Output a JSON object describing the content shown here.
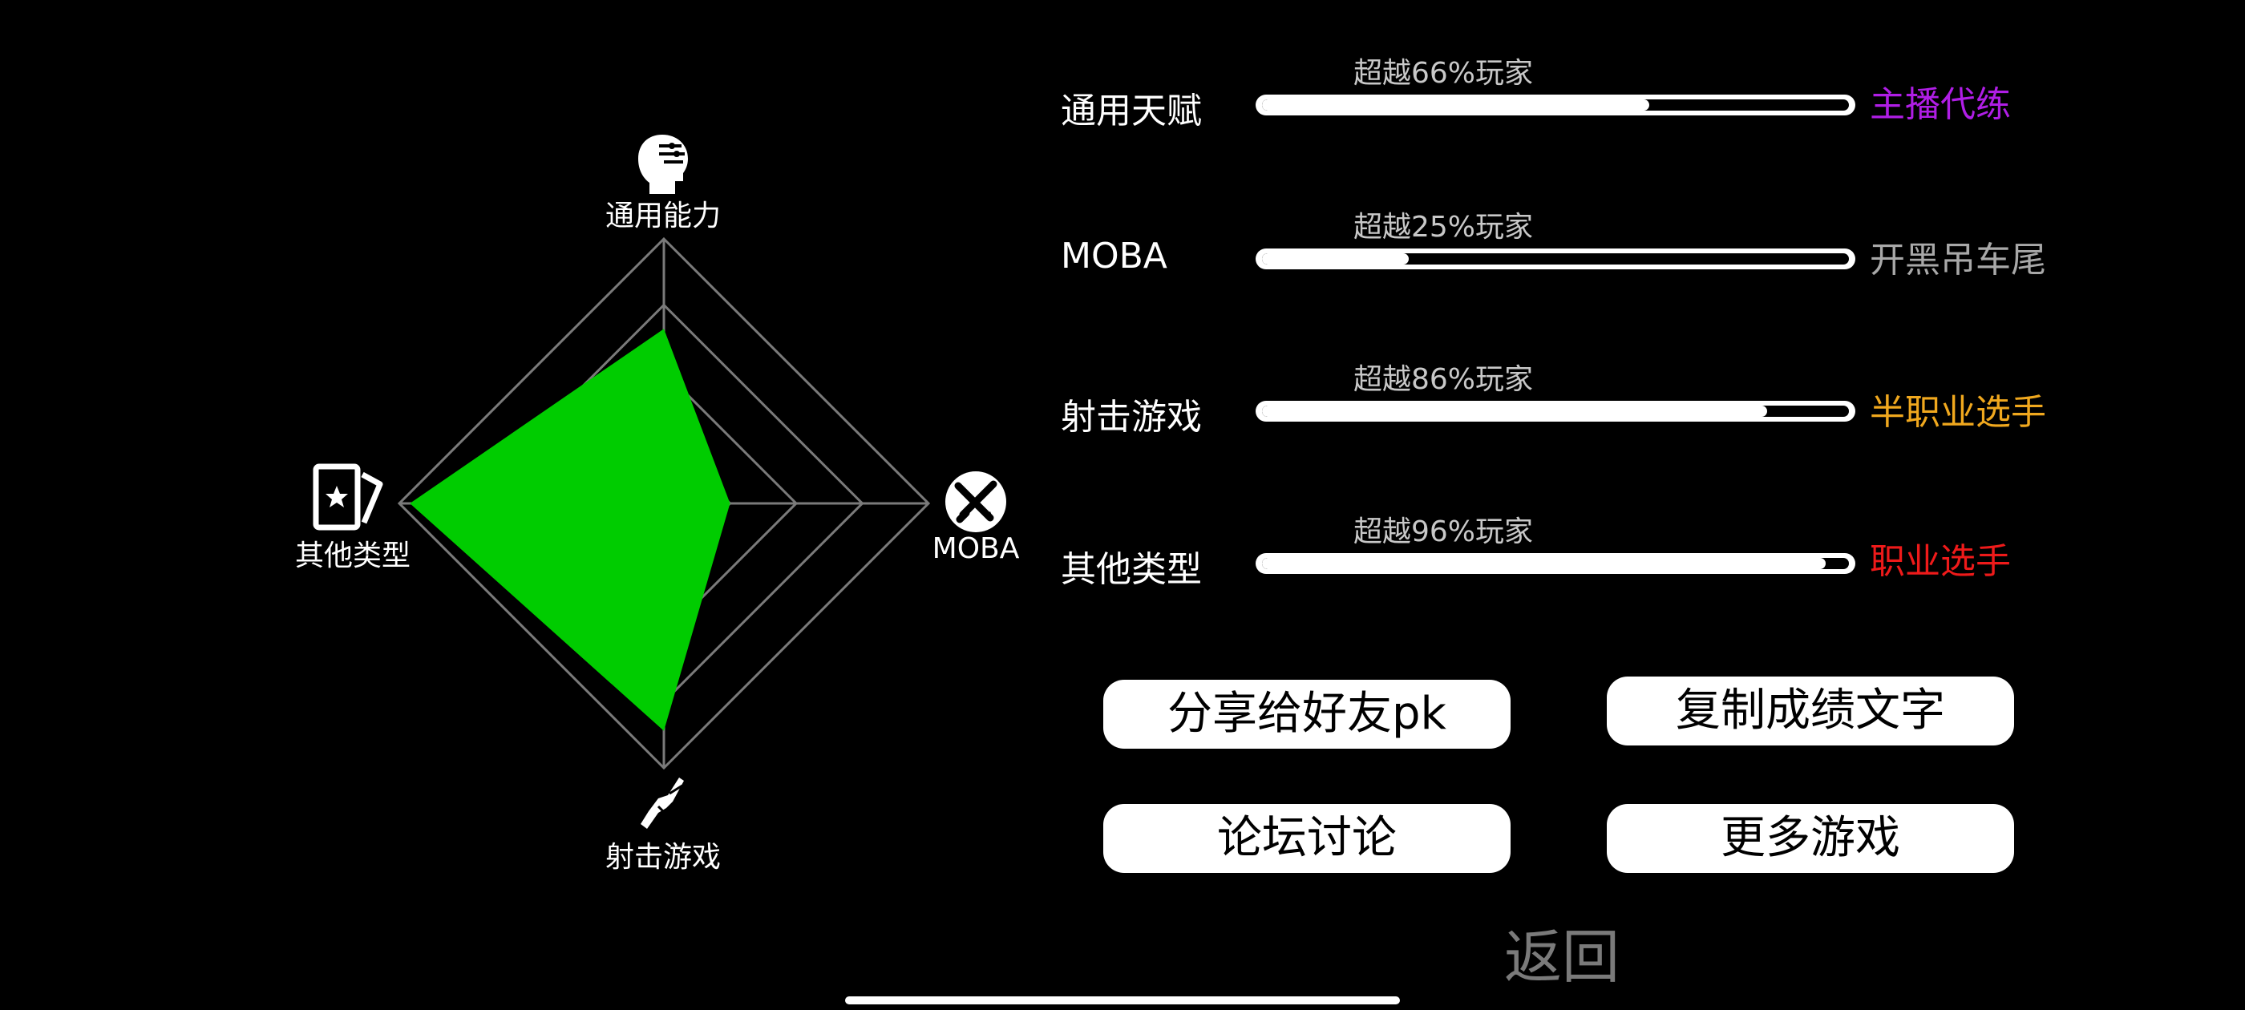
{
  "radar": {
    "axes": [
      {
        "label": "通用能力",
        "icon": "head-profile-icon",
        "value": 0.66
      },
      {
        "label": "MOBA",
        "icon": "crossed-swords-icon",
        "value": 0.25
      },
      {
        "label": "射击游戏",
        "icon": "rifle-icon",
        "value": 0.86
      },
      {
        "label": "其他类型",
        "icon": "star-cards-icon",
        "value": 0.96
      }
    ],
    "rings": 4,
    "fill_color": "#00cc00",
    "grid_color": "#7a7a7a"
  },
  "scores": [
    {
      "name": "通用天赋",
      "caption": "超越66%玩家",
      "percent": 66,
      "title": "主播代练",
      "title_color": "#b01ee6"
    },
    {
      "name": "MOBA",
      "caption": "超越25%玩家",
      "percent": 25,
      "title": "开黑吊车尾",
      "title_color": "#a8a8a8"
    },
    {
      "name": "射击游戏",
      "caption": "超越86%玩家",
      "percent": 86,
      "title": "半职业选手",
      "title_color": "#f0a81e"
    },
    {
      "name": "其他类型",
      "caption": "超越96%玩家",
      "percent": 96,
      "title": "职业选手",
      "title_color": "#ee1a1a"
    }
  ],
  "buttons": {
    "share": "分享给好友pk",
    "copy": "复制成绩文字",
    "forum": "论坛讨论",
    "more": "更多游戏"
  },
  "back_label": "返回"
}
